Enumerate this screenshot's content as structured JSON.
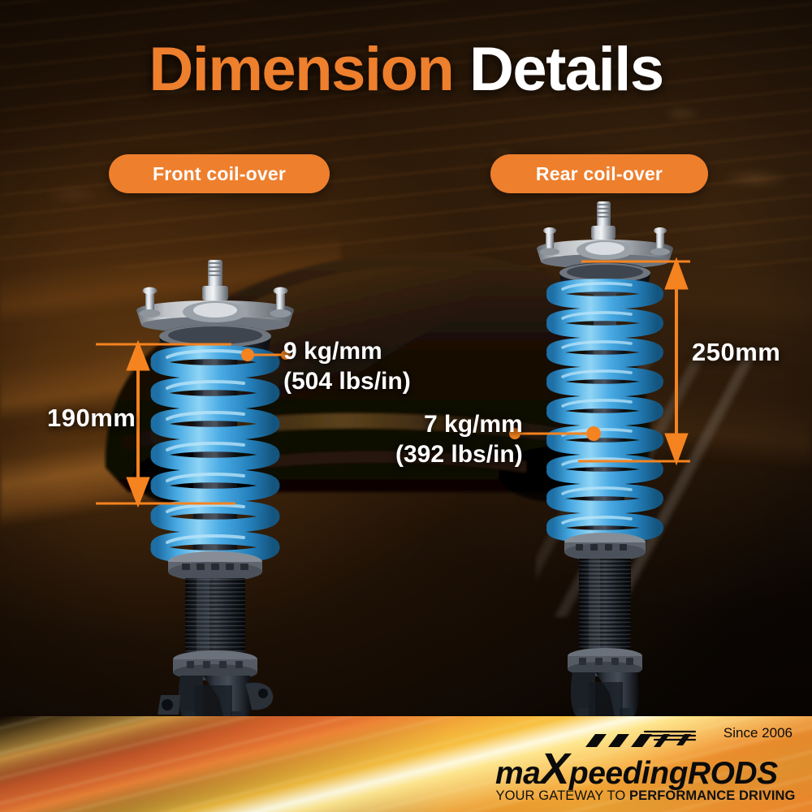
{
  "header": {
    "title_part1": "Dimension",
    "title_part2": "Details"
  },
  "badges": {
    "front": "Front coil-over",
    "rear": "Rear coil-over"
  },
  "measurements": {
    "front_length": "190mm",
    "rear_length": "250mm"
  },
  "specs": {
    "front_rate_metric": "9 kg/mm",
    "front_rate_imperial": "(504 lbs/in)",
    "rear_rate_metric": "7 kg/mm",
    "rear_rate_imperial": "(392 lbs/in)"
  },
  "products": {
    "front_name": "front-coilover-shock-absorber",
    "rear_name": "rear-coilover-shock-absorber",
    "spring_color": "#3fa6e0",
    "body_color": "#1d2129",
    "mount_color": "#c9ccd1"
  },
  "footer": {
    "brand_max": "ma",
    "brand_x": "X",
    "brand_peeding": "peeding",
    "brand_rods": "RODS",
    "since": "Since 2006",
    "tagline_light": "YOUR GATEWAY TO",
    "tagline_bold": "PERFORMANCE DRIVING"
  },
  "colors": {
    "accent_orange": "#ee7f2d",
    "arrow_orange": "#f5831f",
    "text_white": "#ffffff",
    "background_dark": "#0a0603"
  }
}
